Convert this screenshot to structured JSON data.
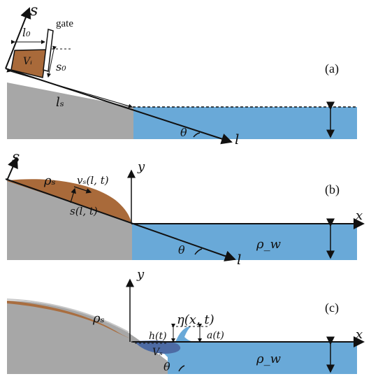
{
  "panel_a": {
    "label": "(a)",
    "axis_s": "s",
    "gate": "gate",
    "l0": "l₀",
    "vi": "Vᵢ",
    "s0": "s₀",
    "ls": "lₛ",
    "theta": "θ",
    "axis_l": "l"
  },
  "panel_b": {
    "label": "(b)",
    "axis_s": "s",
    "rho_s": "ρₛ",
    "vs": "vₛ(l, t)",
    "sl": "s(l, t)",
    "axis_y": "y",
    "axis_x": "x",
    "rho_w": "ρ_w",
    "theta": "θ",
    "axis_l": "l"
  },
  "panel_c": {
    "label": "(c)",
    "axis_y": "y",
    "rho_s": "ρₛ",
    "eta": "η(x, t)",
    "h": "h(t)",
    "a": "a(t)",
    "vs": "Vₛ",
    "axis_x": "x",
    "rho_w": "ρ_w",
    "theta": "θ"
  },
  "colors": {
    "slope_gray": "#a7a7a7",
    "water_blue": "#69a9d8",
    "sediment_brown": "#a96a3a",
    "submerged_blue": "#4d6ba4",
    "ink": "#111111"
  }
}
